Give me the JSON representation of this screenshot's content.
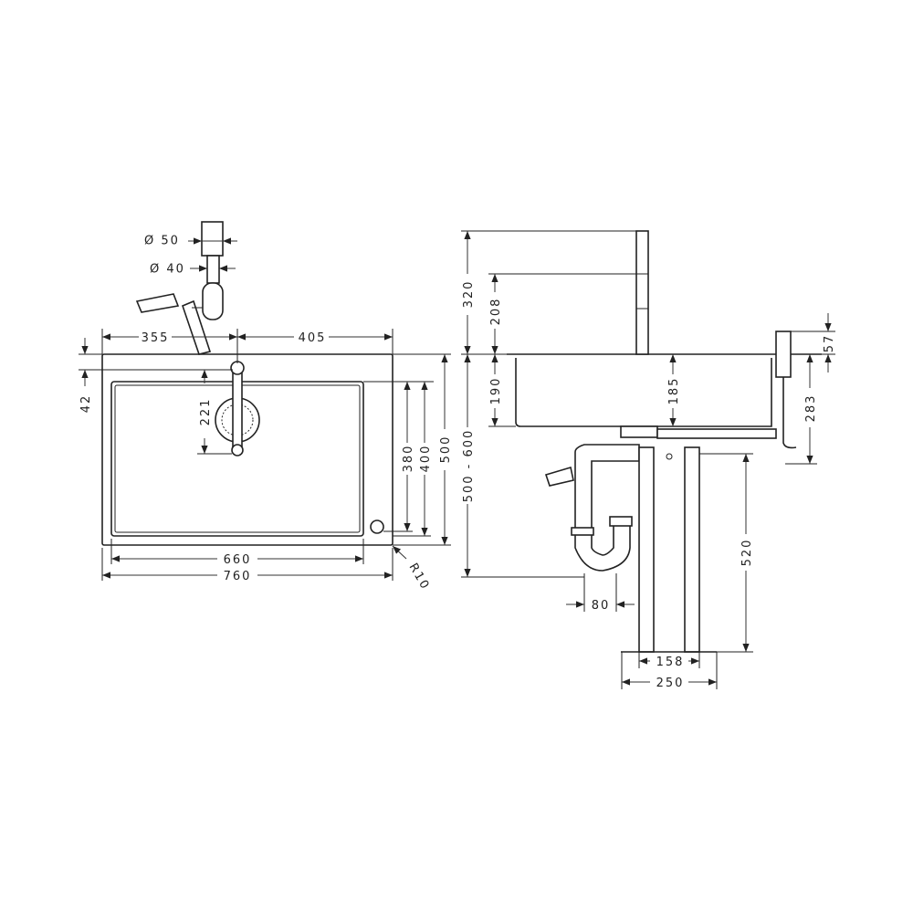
{
  "top_view": {
    "dims": {
      "pipe_outer": "Ø 50",
      "pipe_inner": "Ø 40",
      "left_to_tap": "355",
      "tap_to_right": "405",
      "edge_offset": "42",
      "tap_length": "221",
      "basin_depth_inner": "380",
      "basin_depth": "400",
      "overall_depth": "500",
      "basin_width": "660",
      "overall_width": "760",
      "corner_radius": "R10"
    }
  },
  "side_view": {
    "dims": {
      "tap_height": "320",
      "spout_height": "208",
      "counter_height": "500 - 600",
      "basin_height": "190",
      "drain_depth": "185",
      "dispenser_height": "57",
      "dispenser_depth": "283",
      "cabinet_height": "520",
      "trap_offset": "80",
      "leg_inner": "158",
      "leg_outer": "250"
    }
  }
}
